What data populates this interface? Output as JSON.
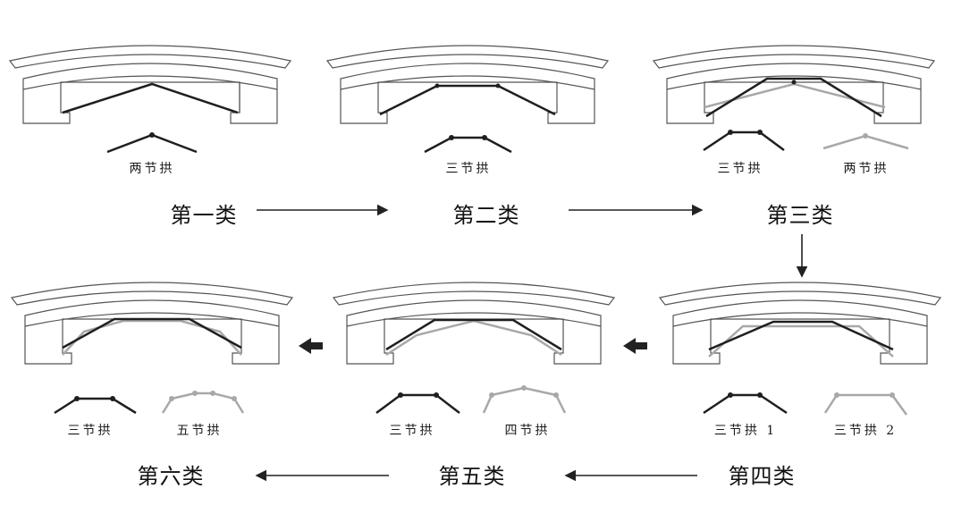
{
  "captions": {
    "b1": "两节拱",
    "b2": "三节拱",
    "b3a": "三节拱",
    "b3b": "两节拱",
    "b4a": "三节拱 1",
    "b4b": "三节拱 2",
    "b5a": "三节拱",
    "b5b": "四节拱",
    "b6a": "三节拱",
    "b6b": "五节拱"
  },
  "classes": {
    "c1": "第一类",
    "c2": "第二类",
    "c3": "第三类",
    "c4": "第四类",
    "c5": "第五类",
    "c6": "第六类"
  },
  "colors": {
    "primary_arch": "#1f1f1f",
    "secondary_arch": "#a8a8a8",
    "outline": "#555555"
  }
}
